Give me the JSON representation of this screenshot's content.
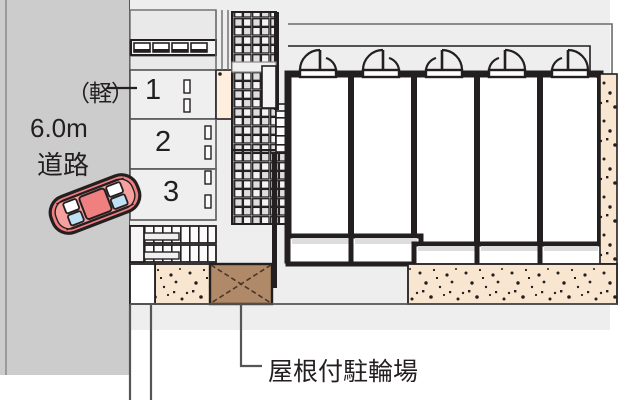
{
  "plan": {
    "type": "site-plan",
    "title_labels": {
      "kei_car_marker": "（軽）",
      "road_width": "6.0m",
      "road_word": "道路",
      "bicycle_parking": "屋根付駐輪場"
    },
    "parking_stalls": [
      {
        "number": "1",
        "kei": true
      },
      {
        "number": "2",
        "kei": false
      },
      {
        "number": "3",
        "kei": false
      }
    ],
    "building_units": [
      {
        "index": 1
      },
      {
        "index": 2
      },
      {
        "index": 3
      },
      {
        "index": 4
      },
      {
        "index": 5
      }
    ],
    "colors": {
      "road_gray": "#cccccc",
      "plot_light": "#eeeeee",
      "unit_white": "#ffffff",
      "gravel_beige": "#f8e6d0",
      "roof_brown": "#b08968",
      "car_body": "#f08080",
      "car_window": "#bfe0f5",
      "outline_black": "#231f20",
      "tile_gray": "#d8d8d8",
      "kei_stall_fill": "#fdeedd"
    }
  }
}
